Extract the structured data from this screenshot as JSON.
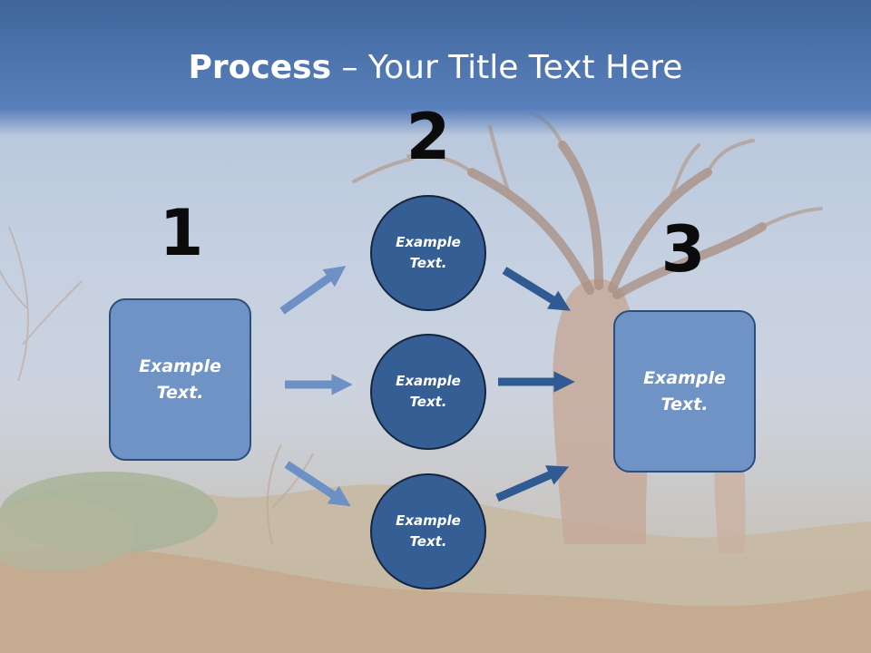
{
  "title": {
    "bold": "Process",
    "rest": " – Your Title Text Here"
  },
  "steps": [
    {
      "number": "1",
      "line1": "Example",
      "line2": "Text."
    },
    {
      "number": "2",
      "line1": "",
      "line2": ""
    },
    {
      "number": "3",
      "line1": "Example",
      "line2": "Text."
    }
  ],
  "circles": [
    {
      "line1": "Example",
      "line2": "Text."
    },
    {
      "line1": "Example",
      "line2": "Text."
    },
    {
      "line1": "Example",
      "line2": "Text."
    }
  ],
  "colors": {
    "title_bar": "#4e75ae",
    "box_fill": "#6f93c4",
    "circle_fill": "#355f94",
    "arrow_light": "#6d91c4",
    "arrow_dark": "#2f5b92"
  }
}
